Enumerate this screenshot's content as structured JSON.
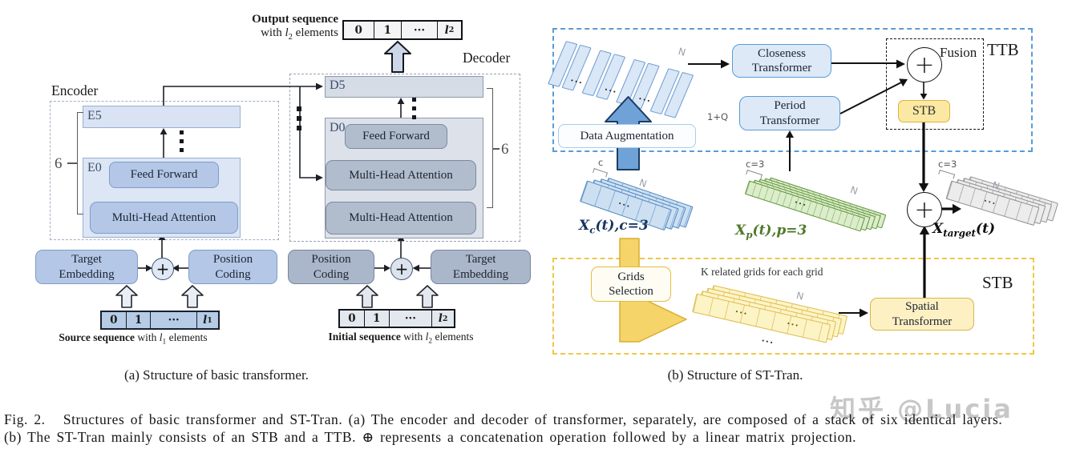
{
  "panel_a": {
    "caption": "(a) Structure of basic transformer.",
    "encoder": {
      "label": "Encoder",
      "six": "6",
      "e5": "E5",
      "e0": "E0",
      "feed_forward": "Feed Forward",
      "mha": "Multi-Head Attention",
      "target_embedding": "Target Embedding",
      "position_coding": "Position Coding",
      "plus": "+"
    },
    "decoder": {
      "label": "Decoder",
      "six": "6",
      "d5": "D5",
      "d0": "D0",
      "feed_forward": "Feed Forward",
      "mha1": "Multi-Head Attention",
      "mha2": "Multi-Head Attention",
      "target_embedding": "Target Embedding",
      "position_coding": "Position Coding",
      "plus": "+"
    },
    "output_sequence": {
      "title": "Output sequence",
      "prefix": "with ",
      "var": "l",
      "var_sub": "2",
      "suffix": " elements",
      "cells": [
        "0",
        "1",
        "···"
      ]
    },
    "source_sequence": {
      "bold": "Source sequence",
      "prefix": " with ",
      "var": "l",
      "var_sub": "1",
      "suffix": " elements",
      "cells": [
        "0",
        "1",
        "···"
      ]
    },
    "initial_sequence": {
      "bold": "Initial sequence",
      "prefix": " with ",
      "var": "l",
      "var_sub": "2",
      "suffix": " elements",
      "cells": [
        "0",
        "1",
        "···"
      ]
    }
  },
  "panel_b": {
    "caption": "(b) Structure of ST-Tran.",
    "ttb_label": "TTB",
    "stb_label": "STB",
    "fusion_label": "Fusion",
    "closeness_transformer": "Closeness Transformer",
    "period_transformer": "Period Transformer",
    "spatial_transformer": "Spatial Transformer",
    "data_augmentation": "Data Augmentation",
    "grids_selection": "Grids Selection",
    "stb_box": "STB",
    "k_related_label": "K related grids for each grid",
    "n_label": "N",
    "c_label": "c",
    "c3_label": "c=3",
    "one_plus_q_label": "1+Q",
    "dots": "···",
    "plus": "+",
    "xc": {
      "base": "X",
      "sub": "c",
      "rest": "(t),c=3"
    },
    "xp": {
      "base": "X",
      "sub": "p",
      "rest": "(t),p=3"
    },
    "xtarget": {
      "base": "X",
      "sub": "target",
      "rest": "(t)"
    }
  },
  "figure_caption": {
    "line1": "Fig. 2.   Structures of basic transformer and ST-Tran. (a) The encoder and decoder of transformer, separately, are composed of a stack of six identical layers.",
    "line2": "(b) The ST-Tran mainly consists of an STB and a TTB. ⊕ represents a concatenation operation followed by a linear matrix projection."
  },
  "watermark": "知乎 @Lucia",
  "colors": {
    "ttb_border": "#5b9bd5",
    "stb_border": "#eec94f",
    "encoder_box_fill": "#b4c7e7",
    "decoder_box_fill": "#b1bccd",
    "transformer_box_fill": "#dde9f7",
    "stb_small_box_fill": "#fbe8a3"
  }
}
